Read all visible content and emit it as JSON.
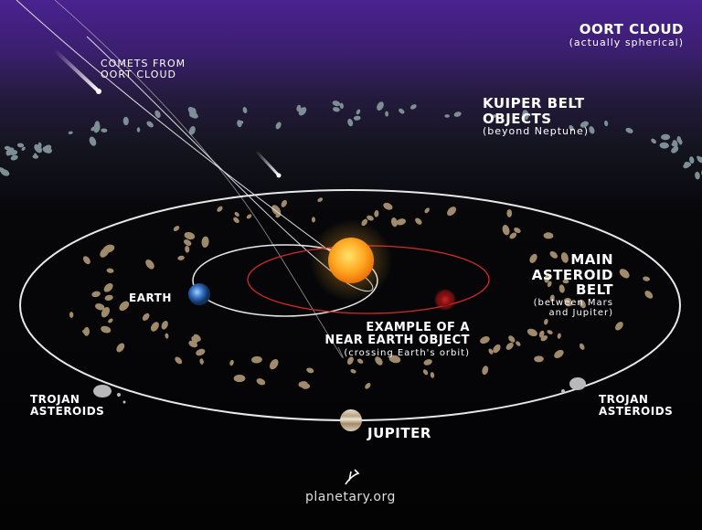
{
  "labels": {
    "oort_cloud": {
      "title": "OORT CLOUD",
      "note": "(actually spherical)"
    },
    "comets": {
      "line1": "COMETS FROM",
      "line2": "OORT CLOUD"
    },
    "kuiper": {
      "line1": "KUIPER BELT",
      "line2": "OBJECTS",
      "note": "(beyond Neptune)"
    },
    "main_belt": {
      "line1": "MAIN",
      "line2": "ASTEROID",
      "line3": "BELT",
      "note1": "(between Mars",
      "note2": "and Jupiter)"
    },
    "earth": "EARTH",
    "neo": {
      "line1": "EXAMPLE OF A",
      "line2": "NEAR EARTH OBJECT",
      "note": "(crossing Earth's orbit)"
    },
    "trojan_left": {
      "line1": "TROJAN",
      "line2": "ASTEROIDS"
    },
    "trojan_right": {
      "line1": "TROJAN",
      "line2": "ASTEROIDS"
    },
    "jupiter": "JUPITER"
  },
  "footer": {
    "site": "planetary.org"
  },
  "colors": {
    "orbit": "#e8e8e8",
    "neo_orbit": "#d42a2a",
    "sun": "#ffa51f",
    "asteroid": "#a08a6c",
    "kuiper": "#7d8f95"
  }
}
